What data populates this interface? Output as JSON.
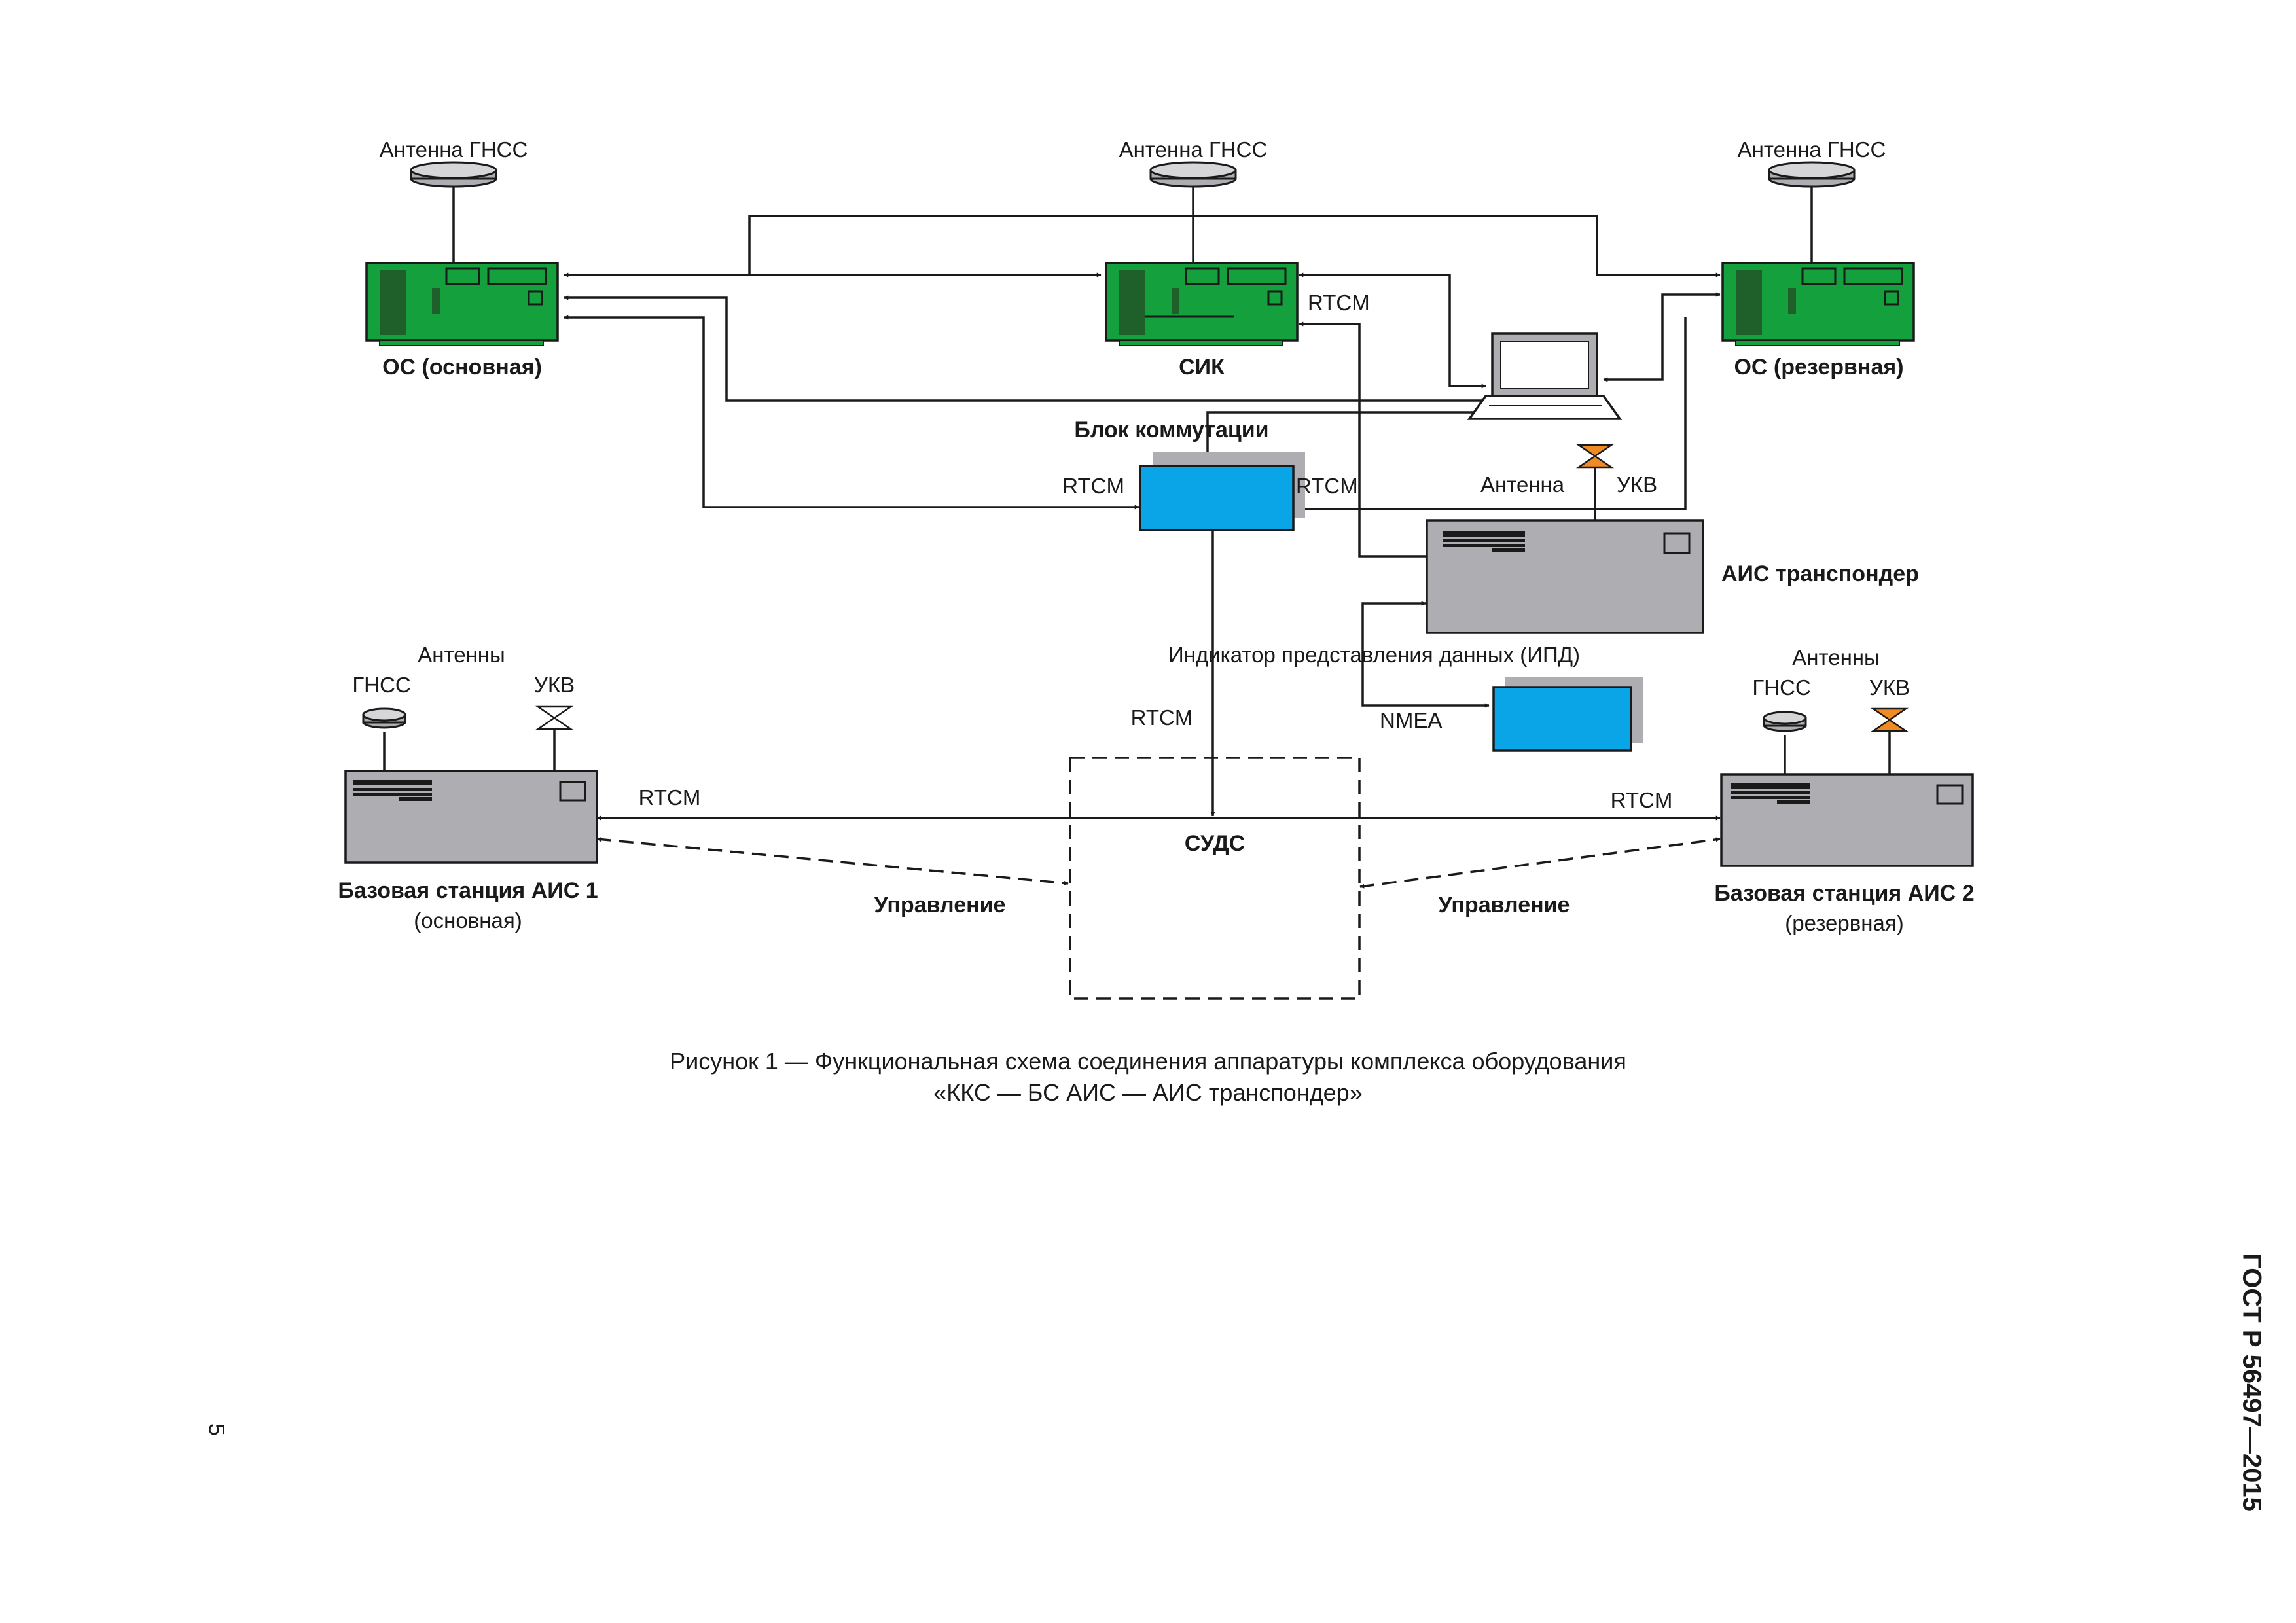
{
  "colors": {
    "board_green": "#14a03c",
    "board_border": "#1a1a1a",
    "device_gray": "#aeadb2",
    "switch_blue": "#0aa5e6",
    "vhf_antenna_orange": "#f08a24",
    "line": "#1a1a1a"
  },
  "nodes": {
    "os_main": {
      "antenna": "Антенна ГНСС",
      "label": "ОС (основная)",
      "icon": "circuit-board-icon"
    },
    "sik": {
      "antenna": "Антенна ГНСС",
      "label": "СИК",
      "icon": "circuit-board-icon"
    },
    "os_reserve": {
      "antenna": "Антенна ГНСС",
      "label": "ОС (резервная)",
      "icon": "circuit-board-icon"
    },
    "laptop": {
      "icon": "laptop-icon"
    },
    "switch_block": {
      "label": "Блок коммутации",
      "icon": "blue-box-icon"
    },
    "ais_transponder": {
      "label": "АИС транспондер",
      "antenna": "Антенна",
      "vhf": "УКВ",
      "icon": "rack-device-icon"
    },
    "idp": {
      "label": "Индикатор представления данных (ИПД)",
      "icon": "blue-box-icon"
    },
    "base1": {
      "antennas_title": "Антенны",
      "gnss": "ГНСС",
      "vhf": "УКВ",
      "label": "Базовая станция АИС 1",
      "sublabel": "(основная)",
      "icon": "rack-device-icon"
    },
    "base2": {
      "antennas_title": "Антенны",
      "gnss": "ГНСС",
      "vhf": "УКВ",
      "label": "Базовая станция АИС 2",
      "sublabel": "(резервная)",
      "icon": "rack-device-icon"
    },
    "suds": {
      "label": "СУДС"
    }
  },
  "links": {
    "rtcm_sik": "RTCM",
    "rtcm_switch_left": "RTCM",
    "rtcm_switch_right": "RTCM",
    "rtcm_to_suds": "RTCM",
    "rtcm_base1": "RTCM",
    "rtcm_base2": "RTCM",
    "nmea": "NMEA",
    "control_left": "Управление",
    "control_right": "Управление"
  },
  "caption": {
    "line1": "Рисунок 1 — Функциональная схема соединения аппаратуры комплекса оборудования",
    "line2": "«ККС — БС АИС — АИС транспондер»"
  },
  "page": {
    "standard": "ГОСТ Р 56497—2015",
    "number": "5"
  }
}
